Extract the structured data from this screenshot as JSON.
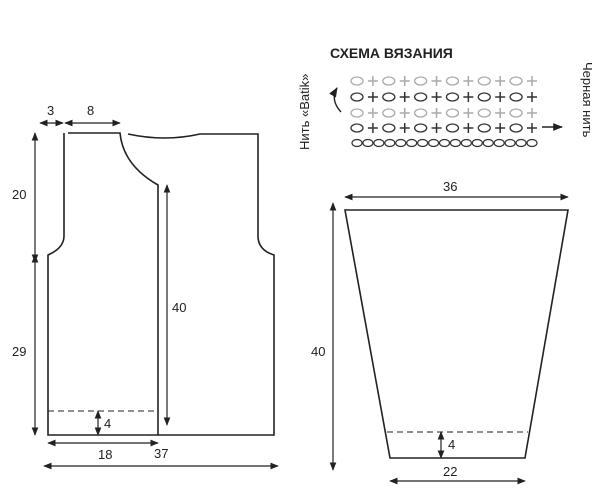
{
  "scheme": {
    "title": "СХЕМА ВЯЗАНИЯ",
    "batik_yarn_label": "Нить «Batik»",
    "black_yarn_label": "Черная нить",
    "colors": {
      "batik": "#aaaaaa",
      "black": "#333333",
      "line": "#222222"
    }
  },
  "front": {
    "dims": {
      "shoulder_offset": "3",
      "shoulder_width": "8",
      "armhole_height": "20",
      "body_height": "29",
      "neck_depth": "40",
      "rib": "4",
      "half_width": "18",
      "full_width": "37"
    }
  },
  "sleeve": {
    "dims": {
      "top_width": "36",
      "height": "40",
      "rib": "4",
      "bottom_width": "22"
    }
  }
}
